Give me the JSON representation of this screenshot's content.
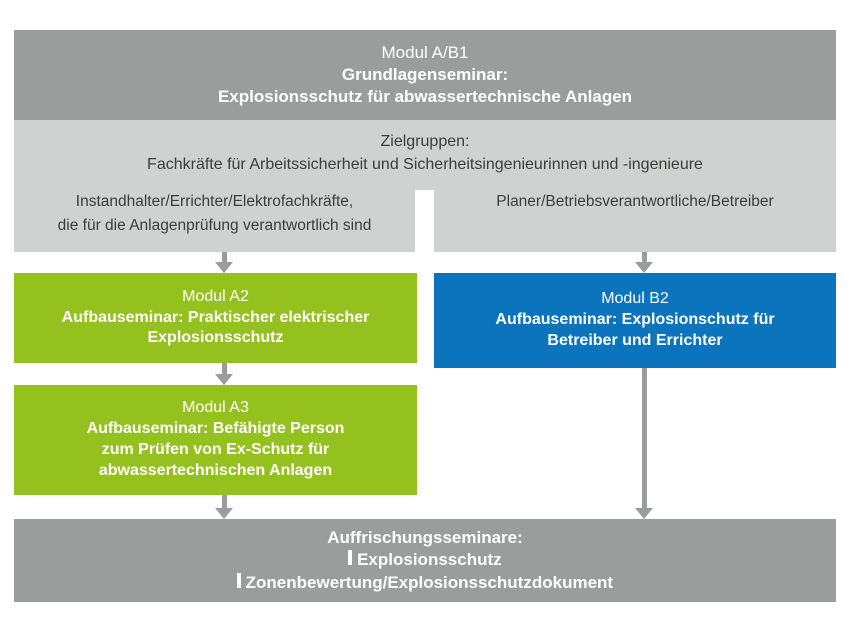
{
  "diagram": {
    "title": "Modulstruktur Seminare Explosionsschutz",
    "colors": {
      "dark_grey": "#9b9d9d",
      "light_grey": "#d0d2d1",
      "green": "#95c11f",
      "blue": "#0b74bd",
      "text_dark": "#3c3c3b",
      "text_light": "#ffffff",
      "background": "#ffffff"
    }
  },
  "module_ab1": {
    "line1": "Modul A/B1",
    "line2": "Grundlagenseminar:",
    "line3": "Explosionsschutz für abwassertechnische Anlagen"
  },
  "zielgruppen": {
    "heading": "Zielgruppen:",
    "subheading": "Fachkräfte für Arbeitssicherheit und Sicherheitsingenieurinnen und -ingenieure",
    "left": {
      "line1": "Instandhalter/Errichter/Elektrofachkräfte,",
      "line2": "die für die Anlagenprüfung verantwortlich sind"
    },
    "right": {
      "line1": "Planer/Betriebsverantwortliche/Betreiber"
    }
  },
  "module_a2": {
    "line1": "Modul A2",
    "line2": "Aufbauseminar: Praktischer elektrischer",
    "line3": "Explosionsschutz"
  },
  "module_b2": {
    "line1": "Modul B2",
    "line2": "Aufbauseminar: Explosionschutz für",
    "line3": "Betreiber und Errichter"
  },
  "module_a3": {
    "line1": "Modul A3",
    "line2": "Aufbauseminar: Befähigte Person",
    "line3": "zum Prüfen von Ex-Schutz für",
    "line4": "abwassertechnischen Anlagen"
  },
  "refresher": {
    "heading": "Auffrischungsseminare:",
    "item1": "Explosionsschutz",
    "item2": "Zonenbewertung/Explosionsschutzdokument"
  },
  "arrows": {
    "ab1_to_a2": "arrow-down",
    "ab1_to_b2": "arrow-down",
    "a2_to_a3": "arrow-down",
    "a3_to_refresher": "arrow-down",
    "b2_to_refresher": "arrow-down"
  }
}
